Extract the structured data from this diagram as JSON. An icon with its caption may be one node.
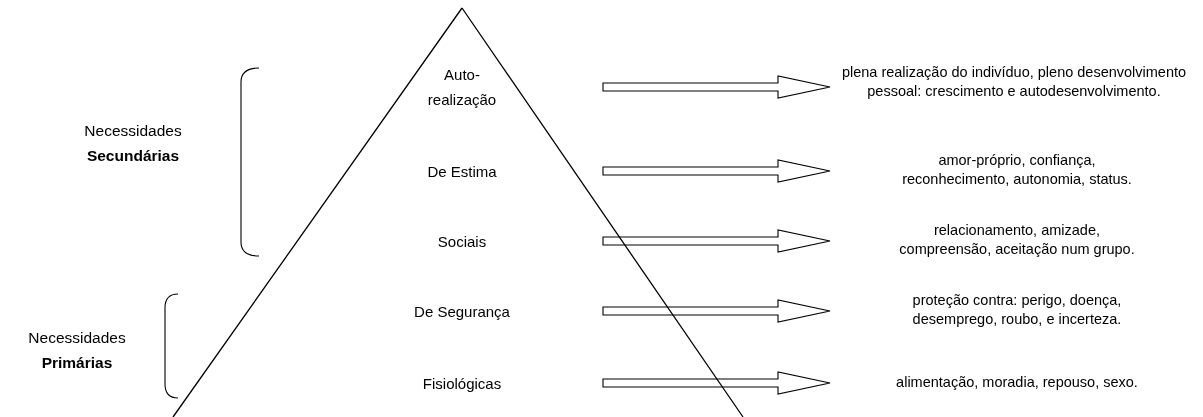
{
  "diagram": {
    "nodes": [
      {
        "text": [],
        "shape": "triangle"
      },
      {
        "text": [
          "Auto-realização"
        ],
        "in": 0
      },
      {
        "text": [
          "De Estima"
        ],
        "in": 0
      },
      {
        "text": [
          "Sociais"
        ],
        "in": 0
      },
      {
        "text": [
          "De Segurança"
        ],
        "in": 0
      },
      {
        "text": [
          "Fisiológicas"
        ],
        "in": 0
      },
      {
        "text": [
          "plena realização do indivíduo, pleno desenvolvimento pessoal: crescimento e autodesenvolvimento."
        ]
      },
      {
        "text": [
          "amor-próprio, confiança, reconhecimento, autonomia, status."
        ]
      },
      {
        "text": [
          "relacionamento, amizade, compreensão, aceitação num grupo."
        ]
      },
      {
        "text": [
          "proteção contra: perigo, doença, desemprego, roubo, e incerteza."
        ]
      },
      {
        "text": [
          "alimentação, moradia, repouso, sexo."
        ]
      }
    ],
    "edges": [
      {
        "from": 1,
        "to": 6,
        "arrow": "to"
      },
      {
        "from": 2,
        "to": 7,
        "arrow": "to"
      },
      {
        "from": 3,
        "to": 8,
        "arrow": "to"
      },
      {
        "from": 4,
        "to": 9,
        "arrow": "to"
      },
      {
        "from": 5,
        "to": 10,
        "arrow": "to"
      }
    ],
    "labels": [
      "Necessidades **Secundárias**",
      "Necessidades **Primárias**"
    ]
  }
}
